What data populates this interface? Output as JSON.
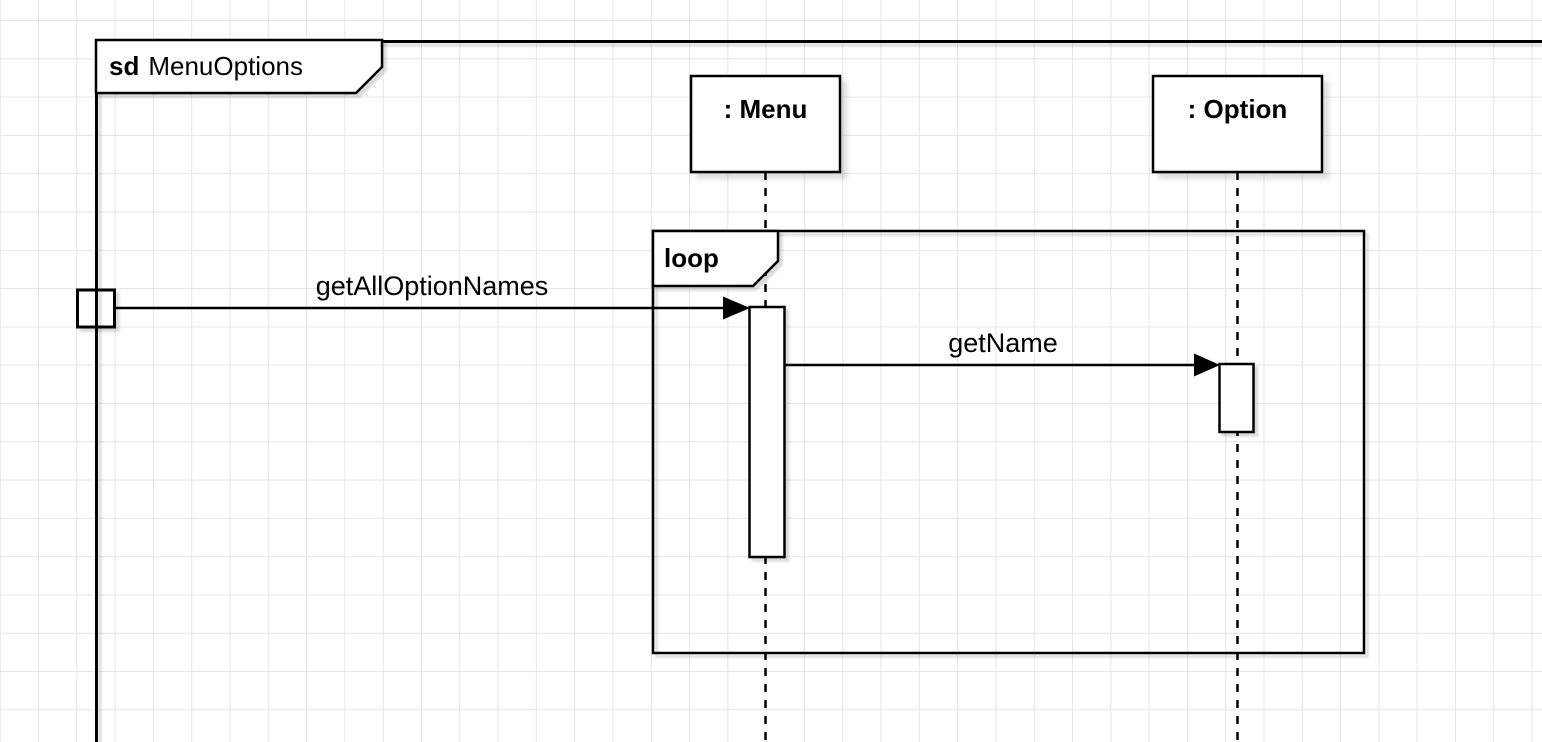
{
  "diagram": {
    "kind": "uml-sequence-diagram",
    "frame": {
      "keyword": "sd",
      "title": "MenuOptions"
    },
    "lifelines": [
      {
        "label": ": Menu"
      },
      {
        "label": ": Option"
      }
    ],
    "fragment": {
      "operator": "loop"
    },
    "messages": [
      {
        "label": "getAllOptionNames",
        "from": "found-gate",
        "to": ": Menu"
      },
      {
        "label": "getName",
        "from": ": Menu",
        "to": ": Option"
      }
    ],
    "colors": {
      "stroke": "#000000",
      "fill": "#ffffff",
      "grid": "#e5e5e5",
      "background": "#ffffff",
      "shadow": "rgba(0,0,0,0.12)"
    }
  }
}
